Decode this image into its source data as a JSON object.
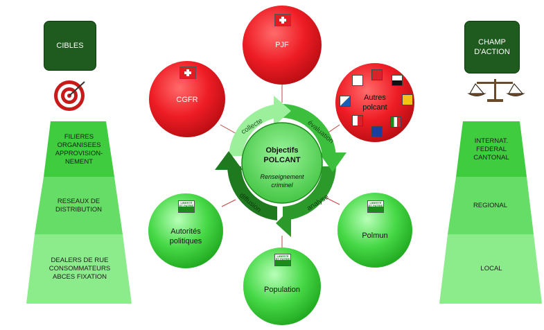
{
  "left_header": "CIBLES",
  "right_header": "CHAMP\nD'ACTION",
  "left_tiers": [
    "FILIERES\nORGANISEES\nAPPROVISION-\nNEMENT",
    "RESEAUX DE\nDISTRIBUTION",
    "DEALERS DE RUE\nCONSOMMATEURS\nABCES FIXATION"
  ],
  "right_tiers": [
    "INTERNAT.\nFEDERAL\nCANTONAL",
    "REGIONAL",
    "LOCAL"
  ],
  "center": {
    "title": "Objectifs\nPOLCANT",
    "subtitle": "Renseignement\ncriminel",
    "cycle": [
      "collecte",
      "évaluation",
      "analyse",
      "diffusion"
    ]
  },
  "nodes": {
    "pjf": "PJF",
    "cgfr": "CGFR",
    "autres": "Autres\npolcant",
    "autorites": "Autorités\npolitiques",
    "polmun": "Polmun",
    "population": "Population"
  },
  "flag_text": "LIBERTÉ ET PATRIE",
  "colors": {
    "red": "#e8141c",
    "green": "#4ad24a",
    "dark_green": "#1f5a1f"
  }
}
